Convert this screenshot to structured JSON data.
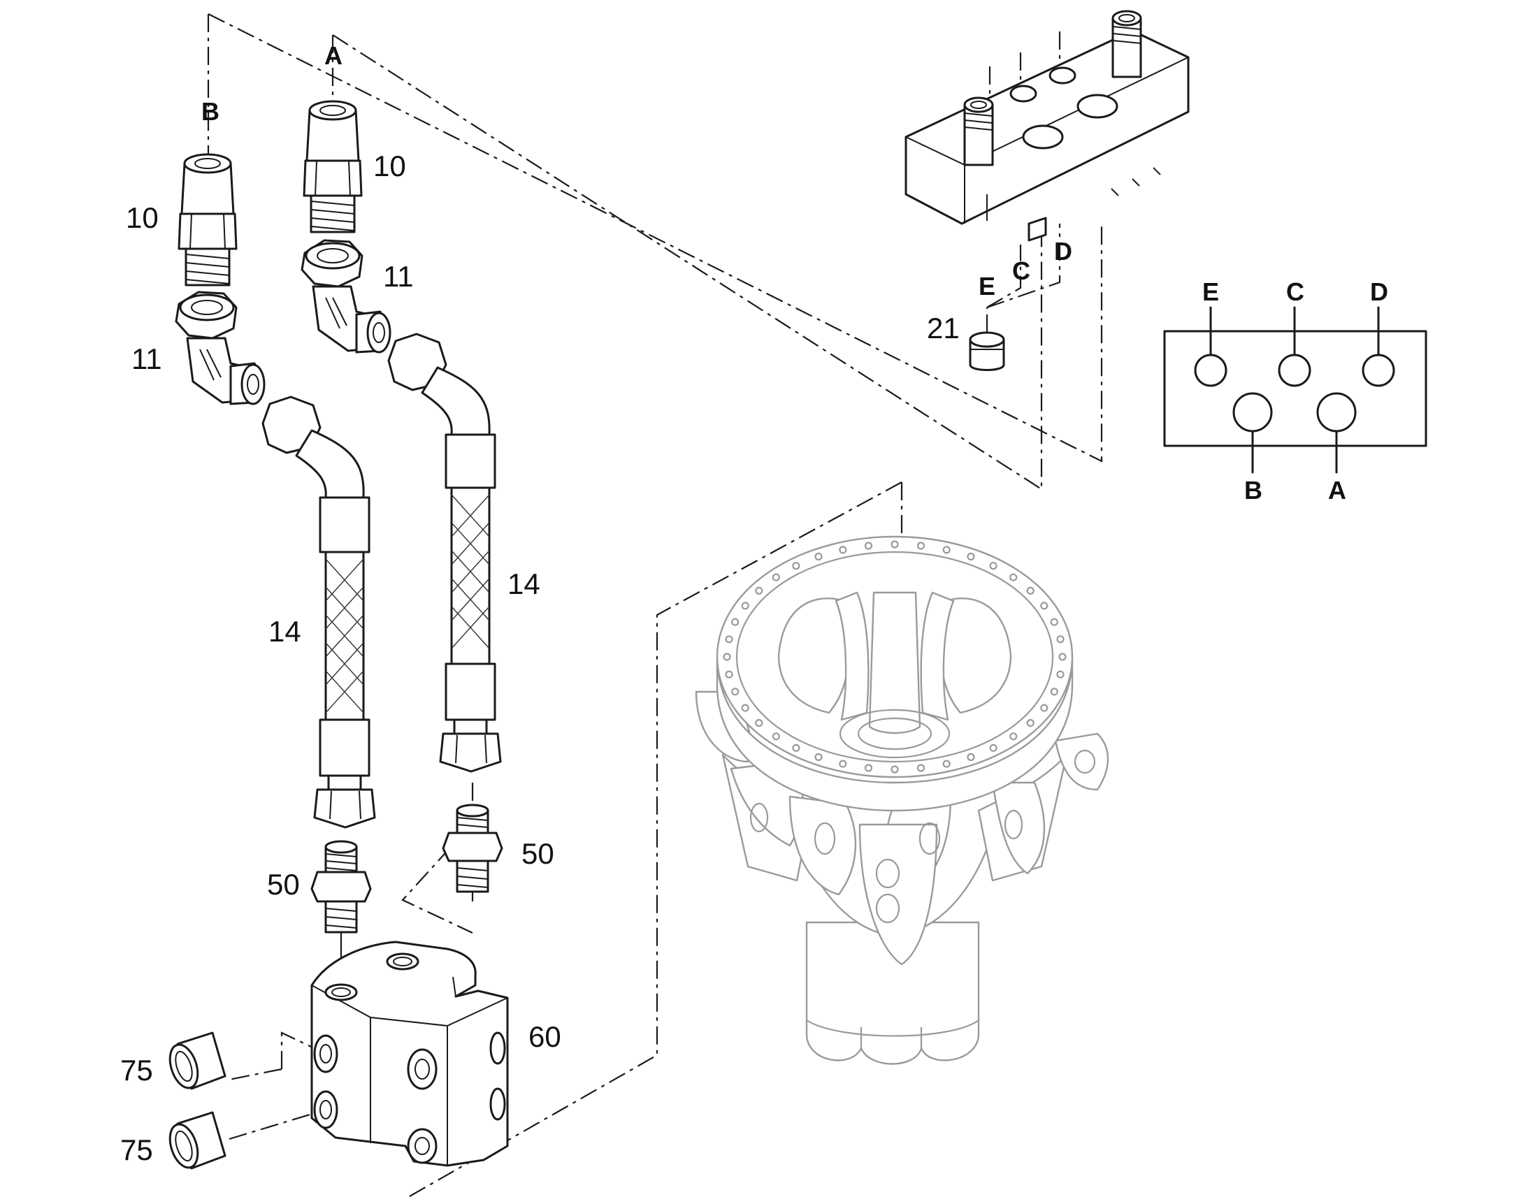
{
  "callouts": {
    "fitting_left": "10",
    "fitting_right": "10",
    "elbow_left": "11",
    "elbow_right": "11",
    "hose_left": "14",
    "hose_right": "14",
    "adapter_left": "50",
    "adapter_right": "50",
    "block": "60",
    "plug_top": "75",
    "plug_bottom": "75",
    "cap": "21"
  },
  "port_letters": {
    "line_b": "B",
    "line_a": "A",
    "valve_e": "E",
    "valve_c": "C",
    "valve_d": "D"
  },
  "port_map": {
    "top": [
      "E",
      "C",
      "D"
    ],
    "bottom": [
      "B",
      "A"
    ]
  }
}
